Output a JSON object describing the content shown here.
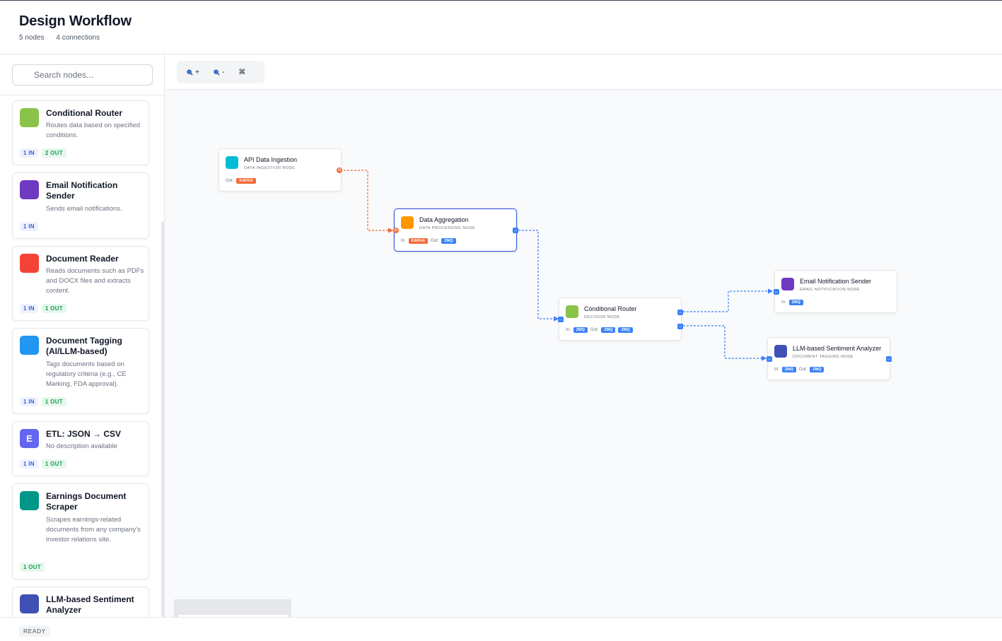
{
  "header": {
    "title": "Design Workflow",
    "nodes_count": "5 nodes",
    "connections_count": "4 connections"
  },
  "sidebar": {
    "search_placeholder": "Search nodes...",
    "cards": [
      {
        "name": "Conditional Router",
        "desc": "Routes data based on specified conditions.",
        "color": "#8bc34a",
        "in": "1 IN",
        "out": "2 OUT"
      },
      {
        "name": "Email Notification Sender",
        "desc": "Sends email notifications.",
        "color": "#6f3ac1",
        "in": "1 IN",
        "out": ""
      },
      {
        "name": "Document Reader",
        "desc": "Reads documents such as PDFs and DOCX files and extracts content.",
        "color": "#f44336",
        "in": "1 IN",
        "out": "1 OUT"
      },
      {
        "name": "Document Tagging (AI/LLM-based)",
        "desc": "Tags documents based on regulatory criteria (e.g., CE Marking, FDA approval).",
        "color": "#2196f3",
        "in": "1 IN",
        "out": "1 OUT"
      },
      {
        "name": "ETL: JSON → CSV",
        "desc": "No description available",
        "color": "#6366f1",
        "letter": "E",
        "in": "1 IN",
        "out": "1 OUT"
      },
      {
        "name": "Earnings Document Scraper",
        "desc": "Scrapes earnings-related documents from any company's investor relations site.",
        "color": "#009688",
        "in": "",
        "out": "1 OUT"
      },
      {
        "name": "LLM-based Sentiment Analyzer",
        "desc": "",
        "color": "#3f51b5",
        "in": "",
        "out": ""
      }
    ]
  },
  "toolbar": {
    "zoom_in": "+",
    "zoom_out": "-",
    "fit": "⌘"
  },
  "nodes": {
    "api": {
      "title": "API Data Ingestion",
      "subtitle": "DATA INGESTION NODE",
      "color": "#00bcd4",
      "out_label": "Out:",
      "out_tag": "KAFKA"
    },
    "agg": {
      "title": "Data Aggregation",
      "subtitle": "DATA PROCESSING NODE",
      "color": "#ff9800",
      "in_label": "In:",
      "in_tag": "KAFKA",
      "out_label": "Out:",
      "out_tag": "ZMQ"
    },
    "router": {
      "title": "Conditional Router",
      "subtitle": "DECISION NODE",
      "color": "#8bc34a",
      "in_label": "In:",
      "in_tag": "ZMQ",
      "out_label": "Out:",
      "out_tag1": "ZMQ",
      "out_tag2": "ZMQ"
    },
    "email": {
      "title": "Email Notification Sender",
      "subtitle": "EMAIL NOTIFICATION NODE",
      "color": "#6f3ac1",
      "in_label": "In:",
      "in_tag": "ZMQ"
    },
    "llm": {
      "title": "LLM-based Sentiment Analyzer",
      "subtitle": "DOCUMENT TAGGING NODE",
      "color": "#3f51b5",
      "in_label": "In:",
      "in_tag": "ZMQ",
      "out_label": "Out:",
      "out_tag": "ZMQ"
    }
  },
  "colors": {
    "kafka": "#f26b3a",
    "zmq": "#3b82f6",
    "selected": "#3b5bdb"
  },
  "footer": {
    "status": "READY"
  }
}
